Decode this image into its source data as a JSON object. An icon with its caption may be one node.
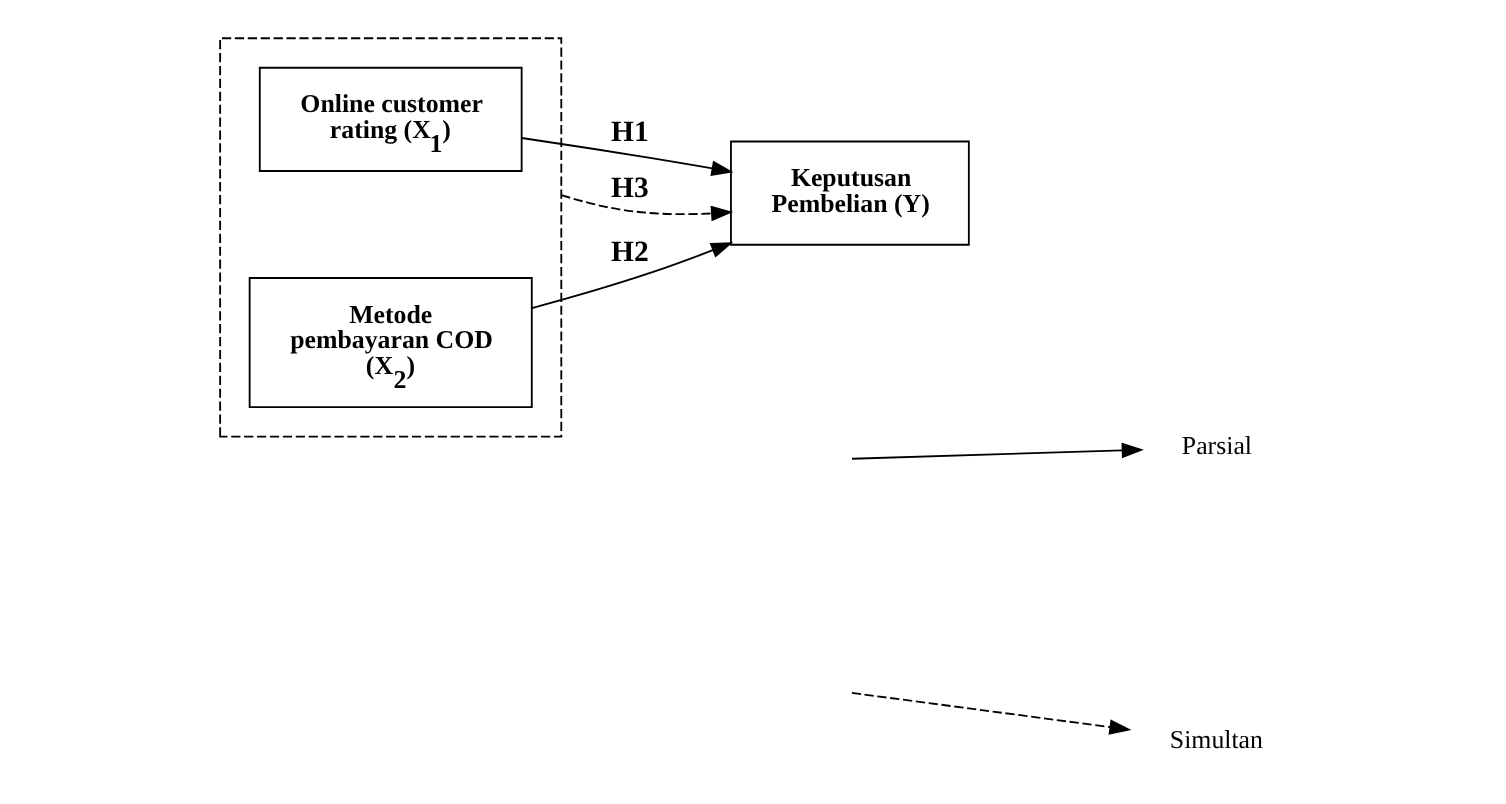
{
  "diagram": {
    "nodes": [
      {
        "text": [],
        "shape": "box"
      },
      {
        "text": [
          "Online customer rating (X$_{1}$)"
        ],
        "in": 0
      },
      {
        "text": [
          "Metode pembayaran COD (X$_{2}$)"
        ],
        "in": 0
      },
      {
        "text": [
          "Keputusan Pembelian (Y)"
        ]
      }
    ],
    "edges": [
      {
        "from": 1,
        "to": 3,
        "arrow": "to",
        "label": "H1"
      },
      {
        "from": 0,
        "to": 3,
        "arrow": "to",
        "label": "H3",
        "style": "dashed"
      },
      {
        "from": 2,
        "to": 3,
        "arrow": "to",
        "label": "H2"
      }
    ],
    "legend": [
      {
        "text": "Parsial"
      },
      {
        "text": "Simultan"
      }
    ]
  }
}
